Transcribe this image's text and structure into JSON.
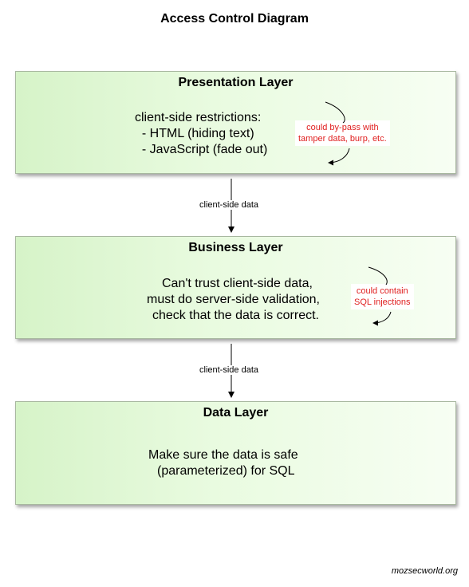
{
  "title": "Access Control Diagram",
  "layers": [
    {
      "title": "Presentation Layer",
      "lines": [
        "client-side restrictions:",
        "  - HTML (hiding text)",
        "  - JavaScript (fade out)"
      ],
      "note": [
        "could by-pass with",
        "tamper data, burp, etc."
      ]
    },
    {
      "title": "Business Layer",
      "lines": [
        "Can't trust client-side data,",
        "must do server-side validation,",
        "check that the data is correct."
      ],
      "note": [
        "could contain",
        "SQL injections"
      ]
    },
    {
      "title": "Data Layer",
      "lines": [
        "Make sure the data is safe",
        "(parameterized) for SQL"
      ]
    }
  ],
  "connectors": [
    {
      "label": "client-side data"
    },
    {
      "label": "client-side data"
    }
  ],
  "footer": "mozsecworld.org",
  "colors": {
    "layer_fill_start": "#d6f3c8",
    "layer_fill_end": "#f7fef3",
    "note_text": "#e02020"
  }
}
